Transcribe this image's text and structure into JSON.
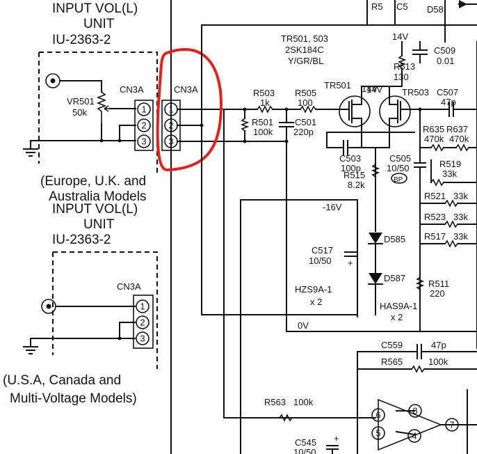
{
  "colors": {
    "ink": "#111111",
    "highlight": "#e8201a",
    "paper": "#ffffff"
  },
  "left_top": {
    "unit_title_1": "INPUT VOL(L)",
    "unit_title_2": "UNIT",
    "unit_code": "IU-2363-2",
    "vr_name": "VR501",
    "vr_value": "50k",
    "connector": "CN3A",
    "pins": [
      "1",
      "2",
      "3"
    ],
    "models_line_1": "(Europe, U.K. and",
    "models_line_2": "Australia Models"
  },
  "left_bottom": {
    "unit_title_1": "INPUT VOL(L)",
    "unit_title_2": "UNIT",
    "unit_code": "IU-2363-2",
    "connector": "CN3A",
    "pins": [
      "1",
      "2",
      "3"
    ],
    "models_line_1": "(U.S.A, Canada and",
    "models_line_2": "Multi-Voltage Models)"
  },
  "main_connector": {
    "label": "CN3A",
    "pins": [
      "1",
      "2",
      "3"
    ]
  },
  "components": {
    "top_partial_labels": [
      "R5",
      "C5",
      "D58"
    ],
    "tr_pair_line1": "TR501, 503",
    "tr_pair_line2": "2SK184C",
    "tr_pair_line3": "Y/GR/BL",
    "supply_14v_top": "14V",
    "supply_14v_mid": "14V",
    "c509_name": "C509",
    "c509_value": "0.01",
    "r513_name": "R513",
    "r513_value": "130",
    "r503_name": "R503",
    "r503_value": "1k",
    "r505_name": "R505",
    "r505_value": "100",
    "tr501": "TR501",
    "tr503": "TR503",
    "c507_name": "C507",
    "c507_value": "47p",
    "r501_name": "R501",
    "r501_value": "100k",
    "c501_name": "C501",
    "c501_value": "220p",
    "r635_name": "R635",
    "r635_value": "470k",
    "r637_name": "R637",
    "r637_value": "470k",
    "c503_name": "C503",
    "c503_value": "100p",
    "c505_name": "C505",
    "c505_value": "10/50",
    "bp": "BP",
    "r515_name": "R515",
    "r515_value": "8.2k",
    "r519_name": "R519",
    "r519_value": "33k",
    "r521_name": "R521",
    "r521_value": "33k",
    "r523_name": "R523",
    "r523_value": "33k",
    "r517_name": "R517",
    "r517_value": "33k",
    "minus16v": "-16V",
    "d585": "D585",
    "d587": "D587",
    "c517_name": "C517",
    "c517_value": "10/50",
    "plus": "+",
    "hzs9a": "HZS9A-1",
    "hzs9a_qty": "x 2",
    "has9a": "HAS9A-1",
    "has9a_qty": "x 2",
    "r511_name": "R511",
    "r511_value": "220",
    "zero_v": "0V",
    "c559_name": "C559",
    "c559_value": "47p",
    "r565_name": "R565",
    "r565_value": "100k",
    "r563_name": "R563",
    "r563_value": "100k",
    "c545_name": "C545",
    "c545_value": "10/50",
    "ic_pins": [
      "6",
      "8",
      "7",
      "5",
      "4"
    ]
  }
}
